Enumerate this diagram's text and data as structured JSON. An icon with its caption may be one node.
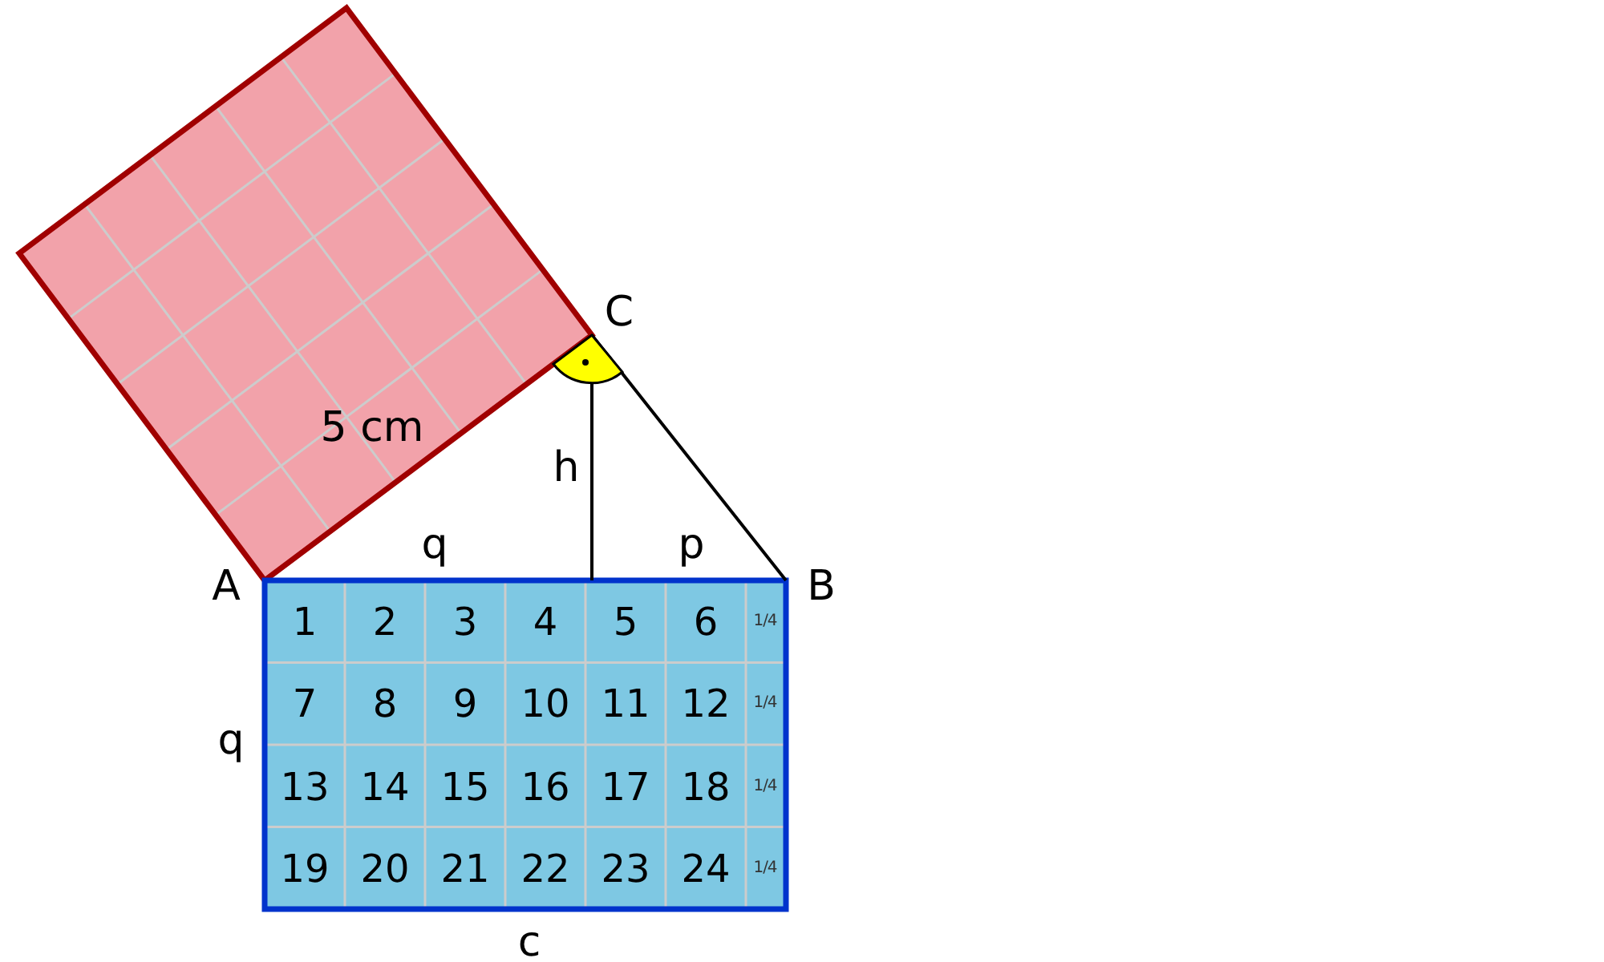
{
  "diagram": {
    "labels": [
      "C",
      "5 cm",
      "h",
      "q",
      "p",
      "A",
      "B",
      "1",
      "2",
      "3",
      "4",
      "5",
      "6",
      "1/4",
      "7",
      "8",
      "9",
      "10",
      "11",
      "12",
      "1/4",
      "q",
      "13",
      "14",
      "15",
      "16",
      "17",
      "18",
      "1/4",
      "19",
      "20",
      "21",
      "22",
      "23",
      "24",
      "1/4",
      "c"
    ]
  }
}
